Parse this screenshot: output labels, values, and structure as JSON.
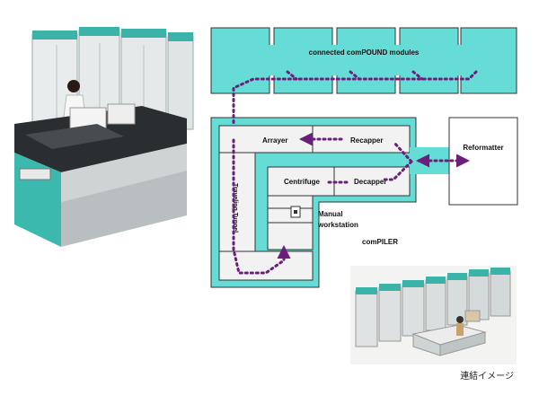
{
  "diagram": {
    "compound_label": "connected comPOUND modules",
    "arrayer": "Arrayer",
    "recapper": "Recapper",
    "centrifuge": "Centrifuge",
    "decapper": "Decapper",
    "reformatter": "Reformatter",
    "tunnel": "Traveling Tunnel",
    "manual_line1": "Manual",
    "manual_line2": "workstation",
    "compiler": "comPILER"
  },
  "caption": "連結イメージ",
  "colors": {
    "teal": "#66dcd6",
    "panel": "#f2f2f2",
    "arrow": "#6b1f7a",
    "border": "#333333"
  }
}
